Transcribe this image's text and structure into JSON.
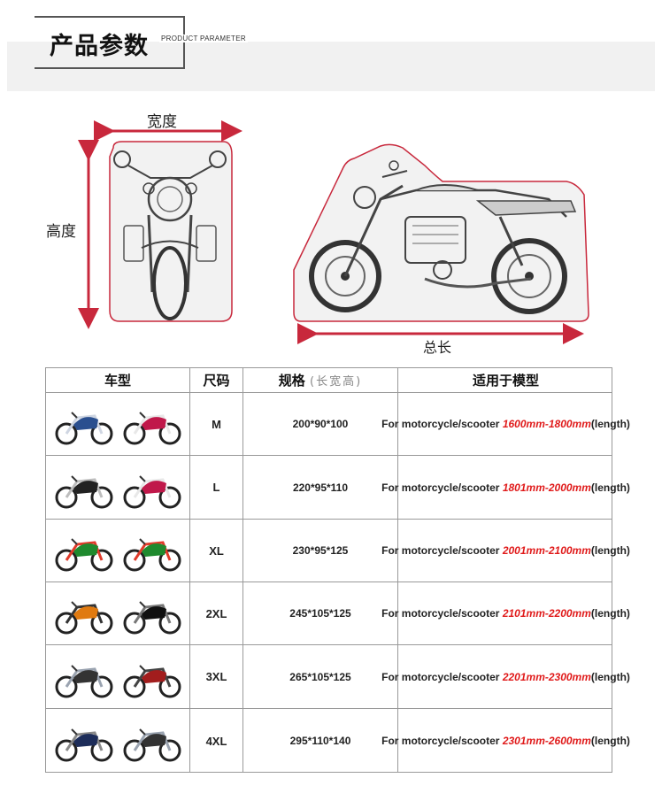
{
  "header": {
    "title": "产品参数",
    "subtitle": "PRODUCT PARAMETER"
  },
  "diagram": {
    "width_label": "宽度",
    "height_label": "高度",
    "length_label": "总长",
    "outline_color": "#c8283c",
    "cover_fill": "#f2f2f2",
    "arrow_color": "#c8283c"
  },
  "table": {
    "headers": {
      "model": "车型",
      "size": "尺码",
      "spec": "规格",
      "spec_note": "(长宽高)",
      "fit": "适用于模型"
    },
    "rows": [
      {
        "size": "M",
        "spec": "200*90*100",
        "fit_prefix": "For motorcycle/scooter ",
        "fit_range": "1600mm-1800mm",
        "fit_suffix": "(length)",
        "thumb_a": "bicycle-icon",
        "thumb_b": "scooter-icon"
      },
      {
        "size": "L",
        "spec": "220*95*110",
        "fit_prefix": "For motorcycle/scooter ",
        "fit_range": "1801mm-2000mm",
        "fit_suffix": "(length)",
        "thumb_a": "underbone-motorcycle-icon",
        "thumb_b": "scooter-icon"
      },
      {
        "size": "XL",
        "spec": "230*95*125",
        "fit_prefix": "For motorcycle/scooter ",
        "fit_range": "2001mm-2100mm",
        "fit_suffix": "(length)",
        "thumb_a": "sport-bike-icon",
        "thumb_b": "sport-bike-icon"
      },
      {
        "size": "2XL",
        "spec": "245*105*125",
        "fit_prefix": "For motorcycle/scooter ",
        "fit_range": "2101mm-2200mm",
        "fit_suffix": "(length)",
        "thumb_a": "dirt-bike-icon",
        "thumb_b": "naked-bike-icon"
      },
      {
        "size": "3XL",
        "spec": "265*105*125",
        "fit_prefix": "For motorcycle/scooter ",
        "fit_range": "2201mm-2300mm",
        "fit_suffix": "(length)",
        "thumb_a": "touring-bike-icon",
        "thumb_b": "maxi-scooter-icon"
      },
      {
        "size": "4XL",
        "spec": "295*110*140",
        "fit_prefix": "For motorcycle/scooter ",
        "fit_range": "2301mm-2600mm",
        "fit_suffix": "(length)",
        "thumb_a": "cruiser-bike-icon",
        "thumb_b": "touring-bike-icon"
      }
    ]
  }
}
